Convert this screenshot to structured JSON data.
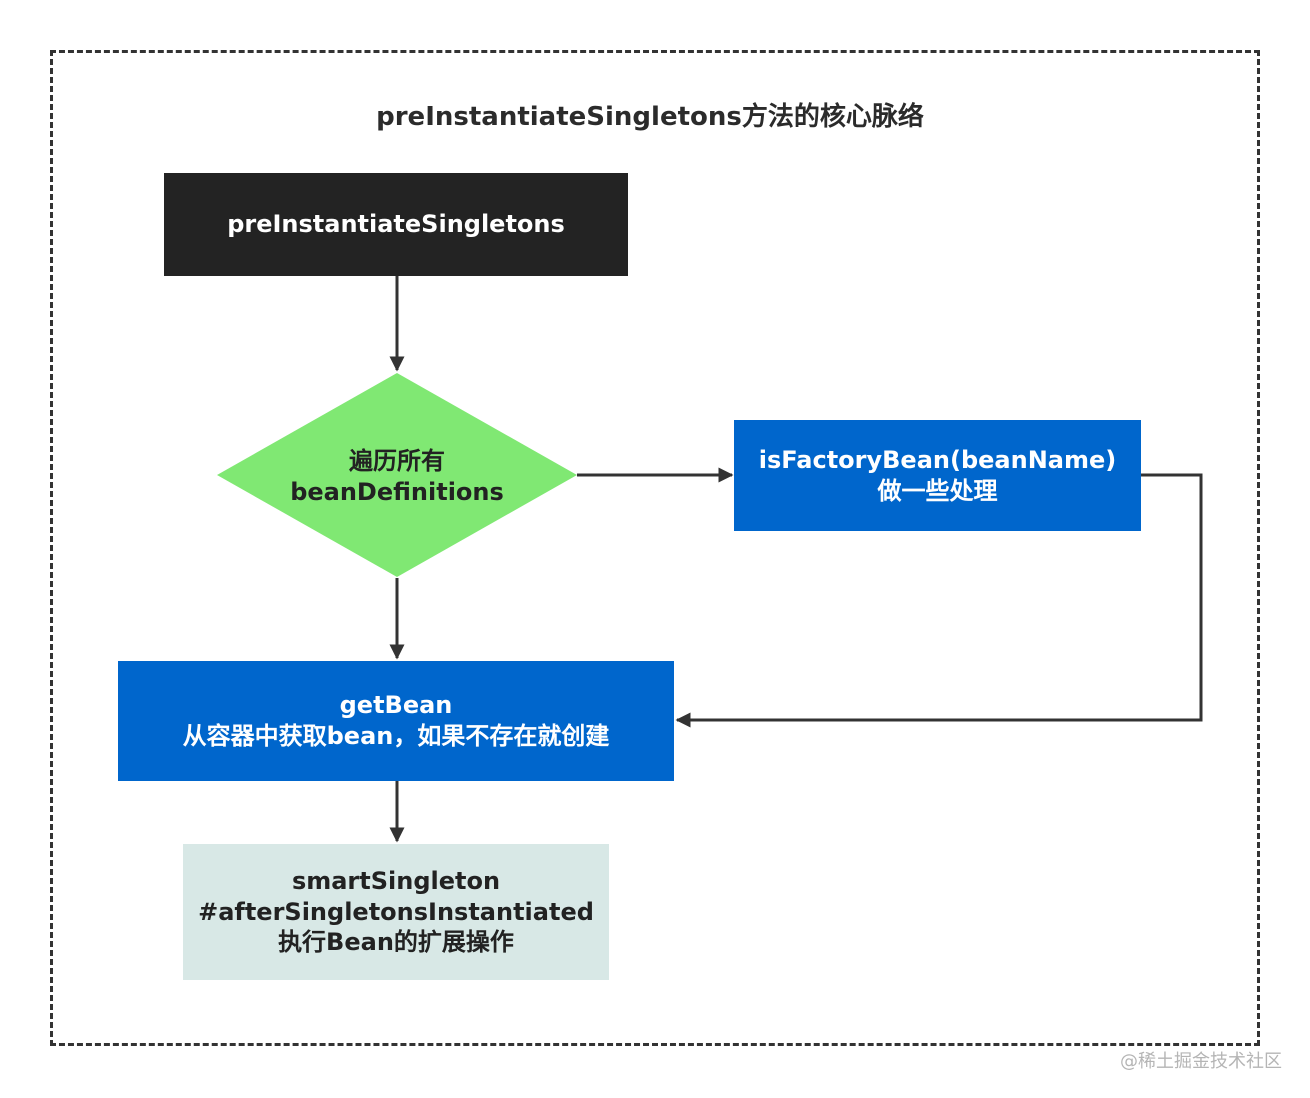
{
  "title": "preInstantiateSingletons方法的核心脉络",
  "nodes": {
    "start": {
      "label": "preInstantiateSingletons",
      "color": "#232323"
    },
    "loop": {
      "line1": "遍历所有",
      "line2": "beanDefinitions",
      "color": "#80e873"
    },
    "factory_bean": {
      "line1": "isFactoryBean(beanName)",
      "line2": "做一些处理",
      "color": "#0066cc"
    },
    "get_bean": {
      "line1": "getBean",
      "line2": "从容器中获取bean，如果不存在就创建",
      "color": "#0066cc"
    },
    "smart_singleton": {
      "line1": "smartSingleton",
      "line2": "#afterSingletonsInstantiated",
      "line3": "执行Bean的扩展操作",
      "color": "#d8e8e6"
    }
  },
  "edges": [
    {
      "from": "start",
      "to": "loop"
    },
    {
      "from": "loop",
      "to": "factory_bean"
    },
    {
      "from": "loop",
      "to": "get_bean"
    },
    {
      "from": "factory_bean",
      "to": "get_bean"
    },
    {
      "from": "get_bean",
      "to": "smart_singleton"
    }
  ],
  "watermark": "@稀土掘金技术社区"
}
